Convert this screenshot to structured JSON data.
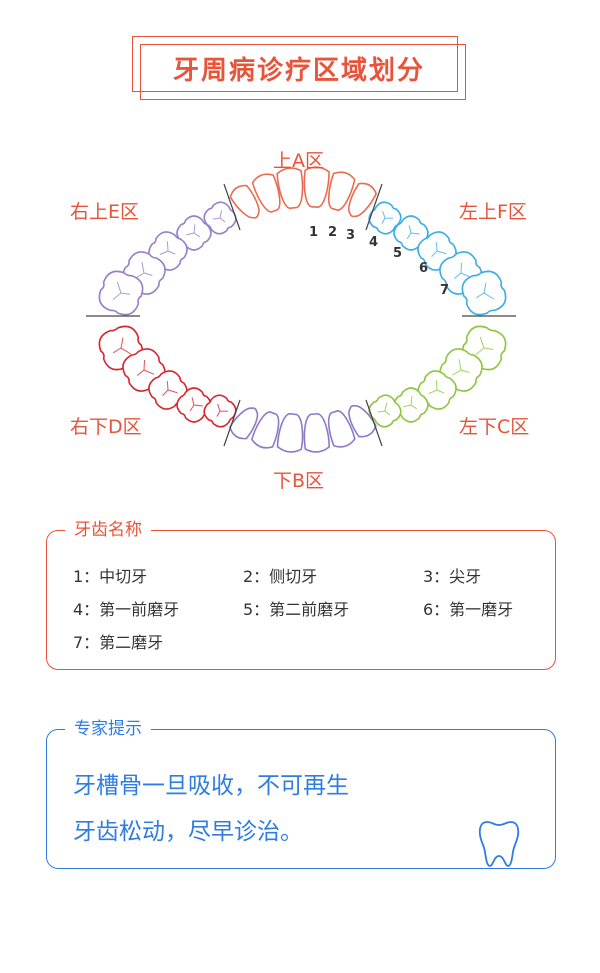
{
  "title": "牙周病诊疗区域划分",
  "zones": {
    "a": "上A区",
    "b": "下B区",
    "c": "左下C区",
    "d": "右下D区",
    "e": "右上E区",
    "f": "左上F区"
  },
  "tooth_numbers": [
    "1",
    "2",
    "3",
    "4",
    "5",
    "6",
    "7"
  ],
  "colors": {
    "zone_a": "#ec6b4e",
    "zone_b": "#8e79c8",
    "zone_c": "#8cc63f",
    "zone_d": "#d6262f",
    "zone_e": "#9a7ec9",
    "zone_f": "#3aaee3",
    "accent_orange": "#e8543a",
    "accent_blue": "#2f7de1"
  },
  "names_box": {
    "heading": "牙齿名称",
    "items": [
      "1：中切牙",
      "2：侧切牙",
      "3：尖牙",
      "4：第一前磨牙",
      "5：第二前磨牙",
      "6：第一磨牙",
      "7：第二磨牙"
    ]
  },
  "tip_box": {
    "heading": "专家提示",
    "lines": [
      "牙槽骨一旦吸收，不可再生",
      "牙齿松动，尽早诊治。"
    ]
  }
}
